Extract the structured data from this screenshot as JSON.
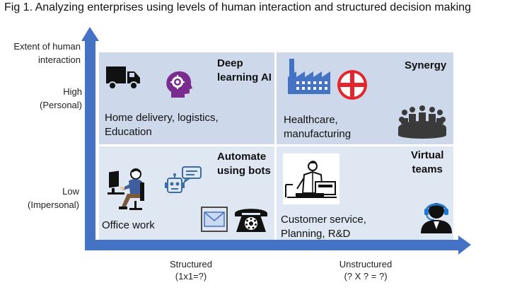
{
  "title": "Fig 1. Analyzing enterprises using levels of human interaction and structured decision making",
  "y_axis": {
    "label_line1": "Extent of human",
    "label_line2": "interaction",
    "high_line1": "High",
    "high_line2": "(Personal)",
    "low_line1": "Low",
    "low_line2": "(Impersonal)"
  },
  "x_axis": {
    "structured_line1": "Structured",
    "structured_line2": "(1x1=?)",
    "unstructured_line1": "Unstructured",
    "unstructured_line2": "(? X ? = ?)"
  },
  "quadrants": {
    "top_left": {
      "title_line1": "Deep",
      "title_line2": "learning AI",
      "desc_line1": "Home delivery, logistics,",
      "desc_line2": "Education",
      "icons": [
        "truck-icon",
        "ai-head-icon"
      ]
    },
    "top_right": {
      "title_line1": "Synergy",
      "desc_line1": "Healthcare,",
      "desc_line2": "manufacturing",
      "icons": [
        "factory-icon",
        "medical-cross-icon",
        "team-meeting-icon"
      ]
    },
    "bottom_left": {
      "title_line1": "Automate",
      "title_line2": "using bots",
      "desc_line1": "Office work",
      "icons": [
        "office-worker-icon",
        "chatbot-icon",
        "email-icon",
        "telephone-icon"
      ]
    },
    "bottom_right": {
      "title_line1": "Virtual",
      "title_line2": "teams",
      "desc_line1": "Customer service,",
      "desc_line2": "Planning, R&D",
      "icons": [
        "remote-worker-icon",
        "headset-agent-icon"
      ]
    }
  },
  "colors": {
    "axis": "#4472c4",
    "quadrant_top": "#cdd9ea",
    "quadrant_bottom": "#dfe7f2",
    "factory": "#4472c4",
    "cross": "#e3262d",
    "ai_head": "#7b2c8f"
  }
}
